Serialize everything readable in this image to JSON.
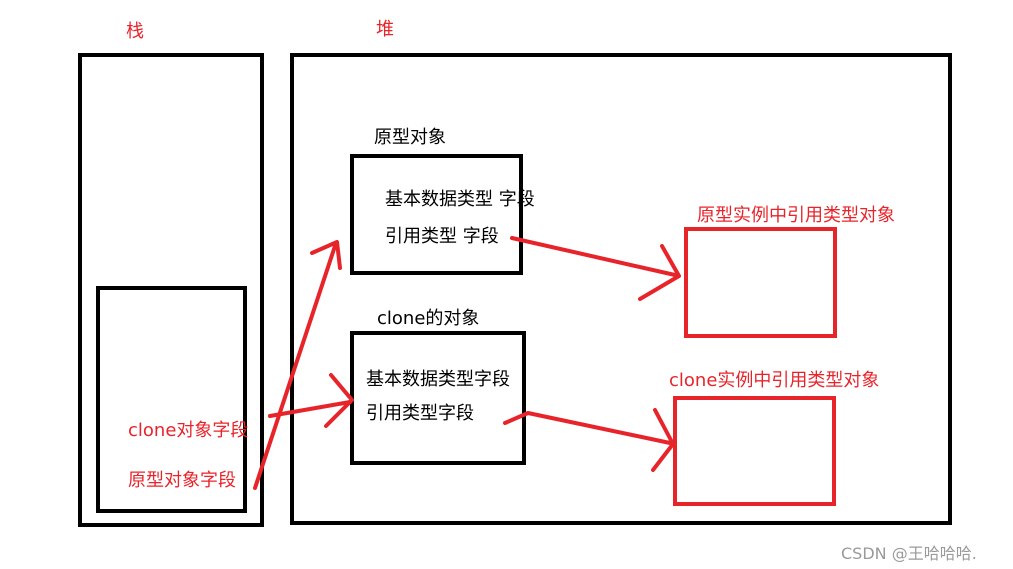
{
  "labels": {
    "stack": "栈",
    "heap": "堆",
    "prototype_object": "原型对象",
    "clone_object": "clone的对象",
    "proto_basic_field": "基本数据类型 字段",
    "proto_ref_field": "引用类型 字段",
    "clone_basic_field": "基本数据类型字段",
    "clone_ref_field": "引用类型字段",
    "proto_ref_target": "原型实例中引用类型对象",
    "clone_ref_target": "clone实例中引用类型对象",
    "stack_clone_field": "clone对象字段",
    "stack_proto_field": "原型对象字段"
  },
  "watermark": "CSDN @王哈哈哈.",
  "colors": {
    "red": "#e8242b",
    "black": "#000000",
    "watermark": "#9a9a9a"
  },
  "edges": [
    {
      "from": "stack_proto_field",
      "to": "prototype_object"
    },
    {
      "from": "stack_clone_field",
      "to": "clone_object"
    },
    {
      "from": "proto_ref_field",
      "to": "proto_ref_target"
    },
    {
      "from": "clone_ref_field",
      "to": "clone_ref_target"
    }
  ]
}
